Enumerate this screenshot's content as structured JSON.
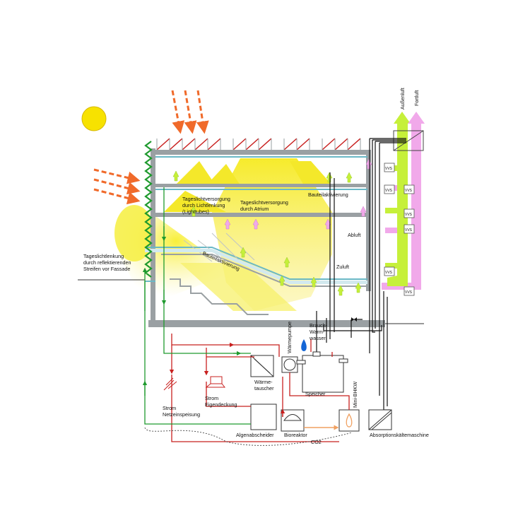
{
  "colors": {
    "daylight": "#f5ec2a",
    "exhaust_pink": "#f1a9ea",
    "supply_green": "#c6f03a",
    "heat_red": "#c8201f",
    "water_green": "#1f9a2e",
    "sun": "#f7e200",
    "building_gray": "#9aa0a3",
    "duct_black": "#111111",
    "co2_orange": "#f0a060"
  },
  "labels": {
    "daylight_facade": [
      "Tageslichtlenkung",
      "durch reflektierenden",
      "Streifen vor Fassade"
    ],
    "daylight_lighttubes": [
      "Tageslichtversorgung",
      "durch Lichtlenkung",
      "(Lighttubes)"
    ],
    "daylight_atrium": [
      "Tageslichtversorgung",
      "durch Atrium"
    ],
    "bauteilaktivierung_upper": "Bauteilaktivierung",
    "bauteilaktivierung_lower": "Bauteilaktivierung",
    "abluft": "Abluft",
    "zuluft": "Zuluft",
    "aussenluft": "Außenluft",
    "fortluft": "Fortluft",
    "vvs": "VVS",
    "brauchwarmwasser": [
      "Brauch-",
      "Warm-",
      "wasser"
    ],
    "waermepumpe": "Wärmepumpe",
    "waermetauscher": [
      "Wärme-",
      "tauscher"
    ],
    "speicher": "Speicher",
    "mini_bhkw": "Mini-BHKW",
    "strom_netz": [
      "Strom",
      "Netzeinspeisung"
    ],
    "strom_eigen": [
      "Strom",
      "Eigendeckung"
    ],
    "algenabscheider": "Algenabscheider",
    "bioreaktor": "Bioreaktor",
    "co2": "CO2",
    "absorptionskaelte": "Absorptionskältemaschine"
  }
}
